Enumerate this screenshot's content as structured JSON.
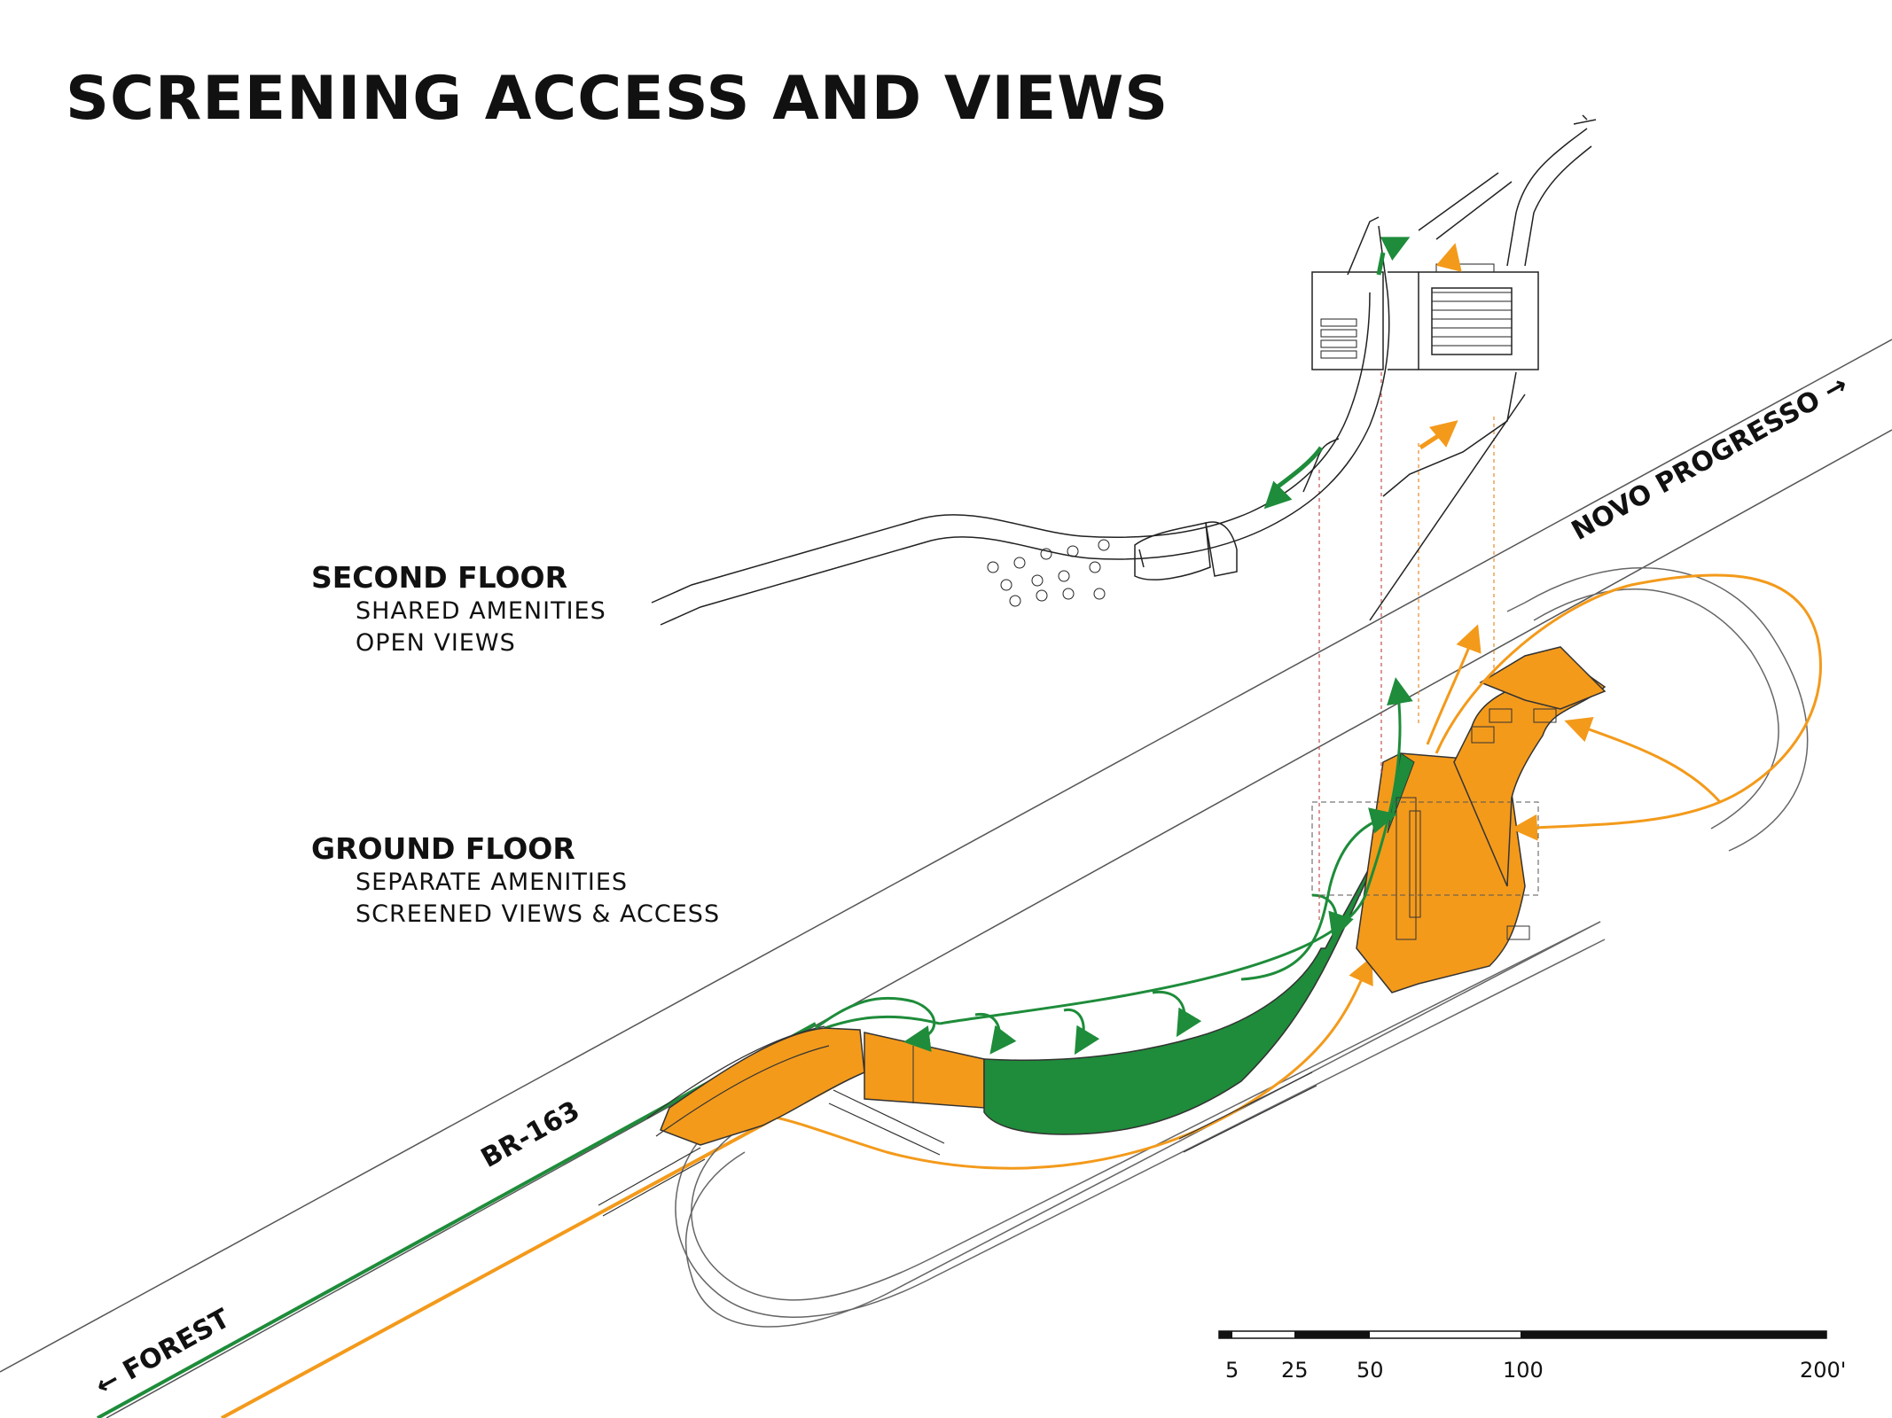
{
  "title": "SCREENING ACCESS AND VIEWS",
  "second_floor": {
    "heading": "SECOND FLOOR",
    "lines": [
      "SHARED AMENITIES",
      "OPEN VIEWS"
    ]
  },
  "ground_floor": {
    "heading": "GROUND FLOOR",
    "lines": [
      "SEPARATE AMENITIES",
      "SCREENED VIEWS & ACCESS"
    ]
  },
  "roads": {
    "highway": "BR-163",
    "to_novo_progresso": "NOVO PROGRESSO →",
    "to_forest": "← FOREST"
  },
  "scale_bar": {
    "labels": [
      "5",
      "25",
      "50",
      "100",
      "200'"
    ]
  },
  "colors": {
    "orange": "#F39A1B",
    "green": "#1E8C3A",
    "line": "#333333",
    "dashed_orange": "#E8892A",
    "dashed_red": "#C0504D"
  }
}
